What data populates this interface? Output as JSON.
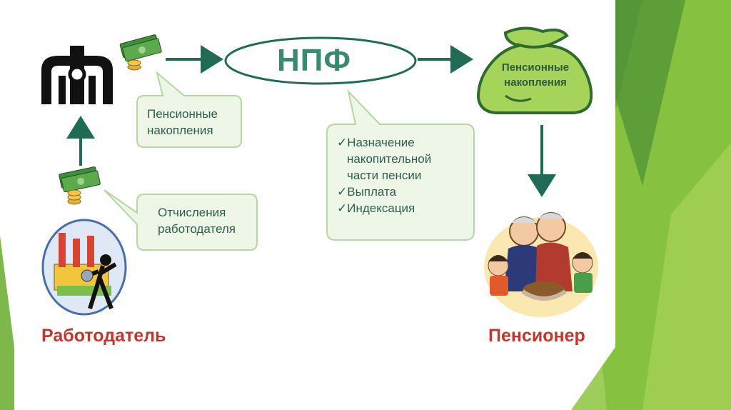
{
  "diagram": {
    "center_label": "НПФ",
    "callouts": {
      "pfr_to_npf": [
        "Пенсионные",
        "накопления"
      ],
      "employer_contrib": [
        "Отчисления",
        "работодателя"
      ],
      "npf_functions": [
        "Назначение",
        "накопительной",
        "части пенсии",
        "Выплата",
        "Индексация"
      ]
    },
    "check_mark": "✓",
    "money_bag_label": [
      "Пенсионные",
      "накопления"
    ],
    "employer_caption": "Работодатель",
    "pensioner_caption": "Пенсионер"
  },
  "colors": {
    "arrow": "#1f6b55",
    "npf_text": "#3a8a72",
    "caption": "#c0372f",
    "callout_fill": "#eef6e8",
    "callout_stroke": "#b6d7a4",
    "bg_green_dark": "#5a9e3a",
    "bg_green_light": "#8cc63f"
  },
  "icons": [
    "pfr-logo-icon",
    "money-stack-icon",
    "factory-worker-icon",
    "money-bag-icon",
    "family-icon"
  ]
}
